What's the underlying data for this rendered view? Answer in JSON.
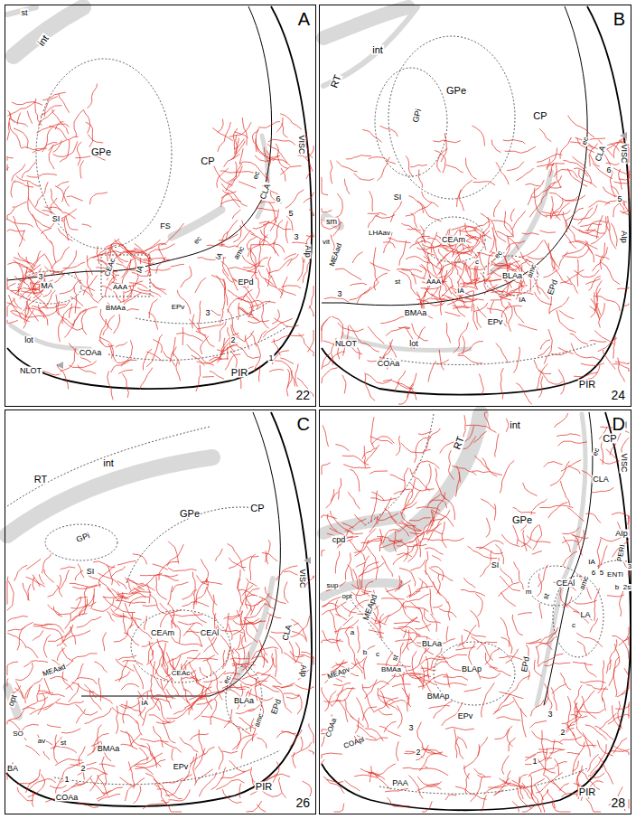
{
  "diagram": {
    "nodes": [
      {
        "text": [
          "A",
          "22"
        ]
      },
      {
        "text": [
          "B",
          "24"
        ]
      },
      {
        "text": [
          "C",
          "26"
        ]
      },
      {
        "text": [
          "D",
          "28"
        ]
      }
    ],
    "labels": [
      "st",
      "int",
      "GPe",
      "CP",
      "VISC",
      "CLA",
      "ec",
      "6",
      "5",
      "3",
      "AIp",
      "SI",
      "FS",
      "MA",
      "CEAc",
      "IA",
      "ec",
      "IA",
      "amc",
      "AAA",
      "EPd",
      "3",
      "BMAa",
      "EPv",
      "3",
      "2",
      "1",
      "lot",
      "NLOT",
      "COAa",
      "PIR",
      "RT",
      "int",
      "GPi",
      "GPe",
      "CP",
      "VISC",
      "ec",
      "CLA",
      "6",
      "5",
      "AIp",
      "SI",
      "sm",
      "vit",
      "LHAav",
      "CEAm",
      "c",
      "ec",
      "BLAa",
      "amc",
      "EPd",
      "MEAad",
      "st",
      "AAA",
      "IA",
      "IA",
      "3",
      "BMAa",
      "EPv",
      "lot",
      "NLOT",
      "COAa",
      "PIR",
      "RT",
      "int",
      "GPe",
      "CP",
      "GPi",
      "VISC",
      "SI",
      "CLA",
      "AIp",
      "CEAm",
      "CEAl",
      "opt",
      "MEAad",
      "CEAc",
      "ec",
      "IA",
      "BLAa",
      "amc",
      "EPd",
      "SO",
      "av",
      "st",
      "BMAa",
      "2",
      "EPv",
      "1",
      "BA",
      "COAa",
      "PIR",
      "RT",
      "int",
      "CP",
      "ec",
      "CLA",
      "VISC",
      "GPe",
      "AIp",
      "PERI",
      "cpd",
      "sup",
      "opt",
      "SI",
      "CEAl",
      "m",
      "st",
      "IA",
      "LA",
      "amc",
      "6",
      "5",
      "ENTl",
      "3",
      "b",
      "2s",
      "c",
      "a",
      "MEApd",
      "b",
      "c",
      "st",
      "BLAa",
      "BMAa",
      "BLAp",
      "EPd",
      "MEApv",
      "BMAp",
      "EPv",
      "3",
      "2",
      "COAa",
      "COApl",
      "3",
      "2",
      "1",
      "PAA",
      "PIR"
    ]
  }
}
